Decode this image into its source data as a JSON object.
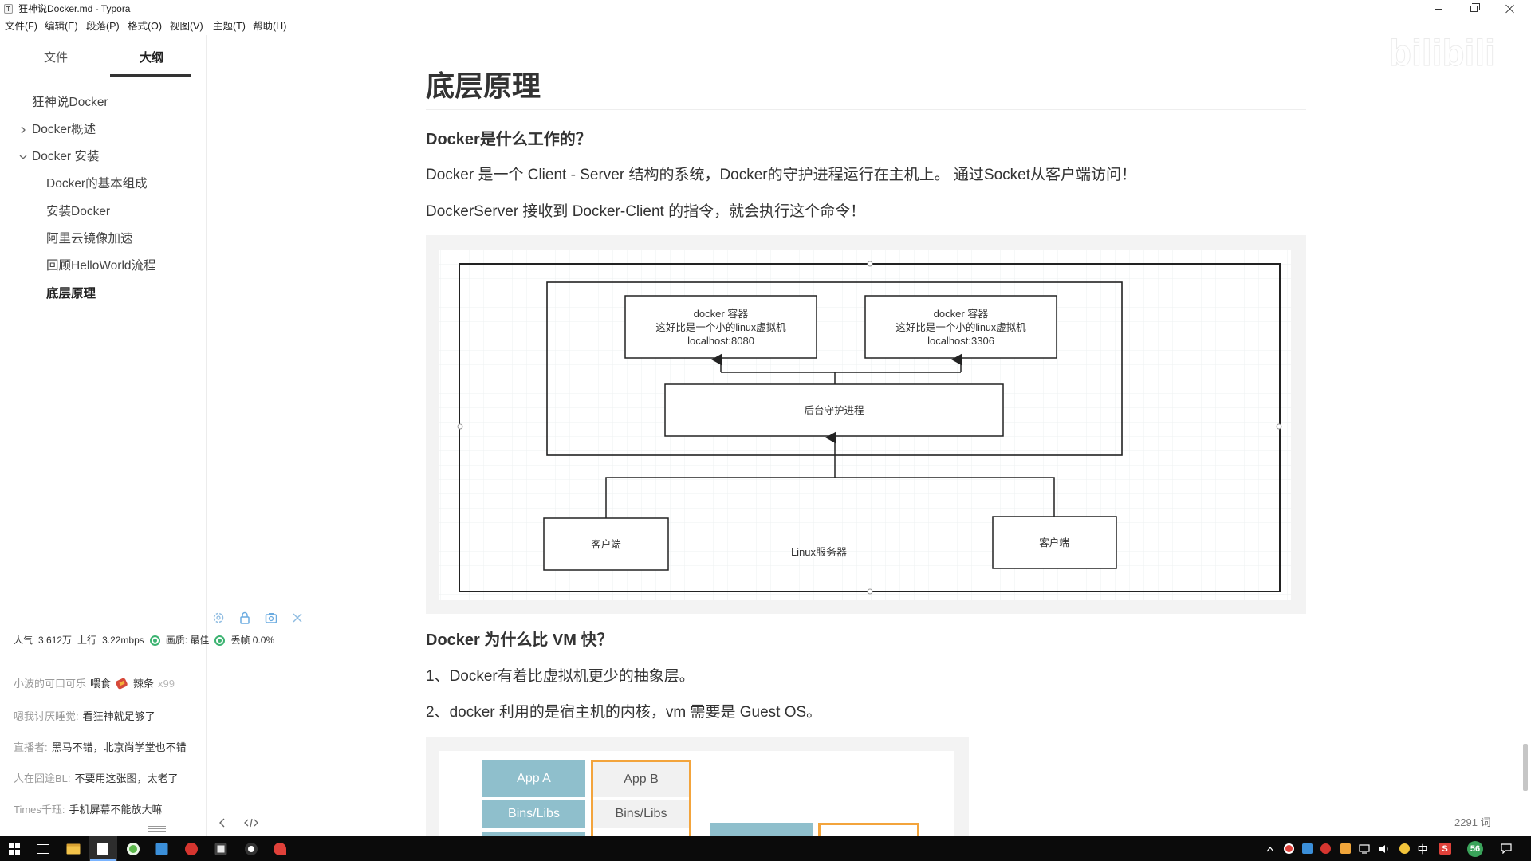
{
  "window": {
    "title": "狂神说Docker.md - Typora",
    "app_icon": "typora-icon",
    "controls": [
      "minimize-icon",
      "restore-icon",
      "close-icon"
    ]
  },
  "menu": {
    "items": [
      {
        "label": "文件(F)"
      },
      {
        "label": "编辑(E)"
      },
      {
        "label": "段落(P)"
      },
      {
        "label": "格式(O)"
      },
      {
        "label": "视图(V)"
      },
      {
        "label": "主题(T)"
      },
      {
        "label": "帮助(H)"
      }
    ]
  },
  "sidebar": {
    "tabs": [
      {
        "label": "文件",
        "active": false
      },
      {
        "label": "大纲",
        "active": true
      }
    ],
    "outline": [
      {
        "label": "狂神说Docker",
        "level": 1
      },
      {
        "label": "Docker概述",
        "level": 1,
        "collapsed": true
      },
      {
        "label": "Docker 安装",
        "level": 1,
        "expanded": true
      },
      {
        "label": "Docker的基本组成",
        "level": 2
      },
      {
        "label": "安装Docker",
        "level": 2
      },
      {
        "label": "阿里云镜像加速",
        "level": 2
      },
      {
        "label": "回顾HelloWorld流程",
        "level": 2
      },
      {
        "label": "底层原理",
        "level": 2,
        "active": true
      }
    ]
  },
  "live_overlay": {
    "toolbar_icons": [
      "settings-icon",
      "lock-icon",
      "camera-icon",
      "close-icon"
    ],
    "stats": {
      "popularity_label": "人气",
      "popularity": "3,612万",
      "upload_label": "上行",
      "upload": "3.22mbps",
      "quality": "画质: 最佳",
      "drop": "丢帧 0.0%"
    },
    "chat": [
      {
        "user": "小波的可口可乐",
        "action": "喂食",
        "gift_icon": "spicy-strip-gift-icon",
        "gift": "辣条",
        "count": "x99"
      },
      {
        "user": "嗯我讨厌睡觉:",
        "text": "看狂神就足够了"
      },
      {
        "user": "直播者:",
        "text": "黑马不错，北京尚学堂也不错"
      },
      {
        "user": "人在囧途BL:",
        "text": "不要用这张图，太老了"
      },
      {
        "user": "Times千珏:",
        "text": "手机屏幕不能放大嘛"
      }
    ]
  },
  "footer": {
    "icons": [
      "chevron-left-icon",
      "source-code-icon"
    ],
    "word_count": "2291 词"
  },
  "doc": {
    "title": "底层原理",
    "q1": "Docker是什么工作的？",
    "p1": "Docker 是一个 Client - Server 结构的系统，Docker的守护进程运行在主机上。 通过Socket从客户端访问！",
    "p2": "DockerServer 接收到 Docker-Client 的指令，就会执行这个命令！",
    "q2": "Docker 为什么比 VM 快？",
    "l1": "1、Docker有着比虚拟机更少的抽象层。",
    "l2": "2、docker 利用的是宿主机的内核，vm 需要是 Guest OS。"
  },
  "architecture_diagram": {
    "containers": [
      {
        "title": "docker 容器",
        "desc": "这好比是一个小的linux虚拟机",
        "addr": "localhost:8080"
      },
      {
        "title": "docker 容器",
        "desc": "这好比是一个小的linux虚拟机",
        "addr": "localhost:3306"
      }
    ],
    "daemon": "后台守护进程",
    "clients": [
      "客户端",
      "客户端"
    ],
    "server_label": "Linux服务器"
  },
  "vm_figure": {
    "app_a": "App A",
    "bins_a": "Bins/Libs",
    "app_b": "App B",
    "bins_b": "Bins/Libs",
    "colors": {
      "container": "#8fbfcc",
      "vm_border": "#f3a43c"
    }
  },
  "watermark": "bilibili",
  "taskbar": {
    "apps": [
      "windows-start-icon",
      "task-view-icon",
      "file-explorer-icon",
      "typora-icon",
      "green-browser-icon",
      "blue-app-icon",
      "netease-music-icon",
      "dark-app-icon",
      "obs-icon",
      "red-app-icon"
    ],
    "tray": {
      "icons": [
        "show-hidden-icons-icon",
        "red-tray-icon",
        "blue-tray-icon",
        "red-tray-icon-2",
        "orange-tray-icon",
        "network-icon",
        "volume-icon",
        "yellow-tray-icon",
        "ime-icon",
        "sogou-icon",
        "badge-icon",
        "notification-icon"
      ],
      "ime": "中",
      "sogou_label": "S",
      "badge": "56"
    }
  },
  "colors": {
    "text": "#333333",
    "muted": "#999999",
    "status_green": "#3cb371",
    "taskbar": "#0b0b0b",
    "taskbar_active": "#7ab4ff"
  }
}
